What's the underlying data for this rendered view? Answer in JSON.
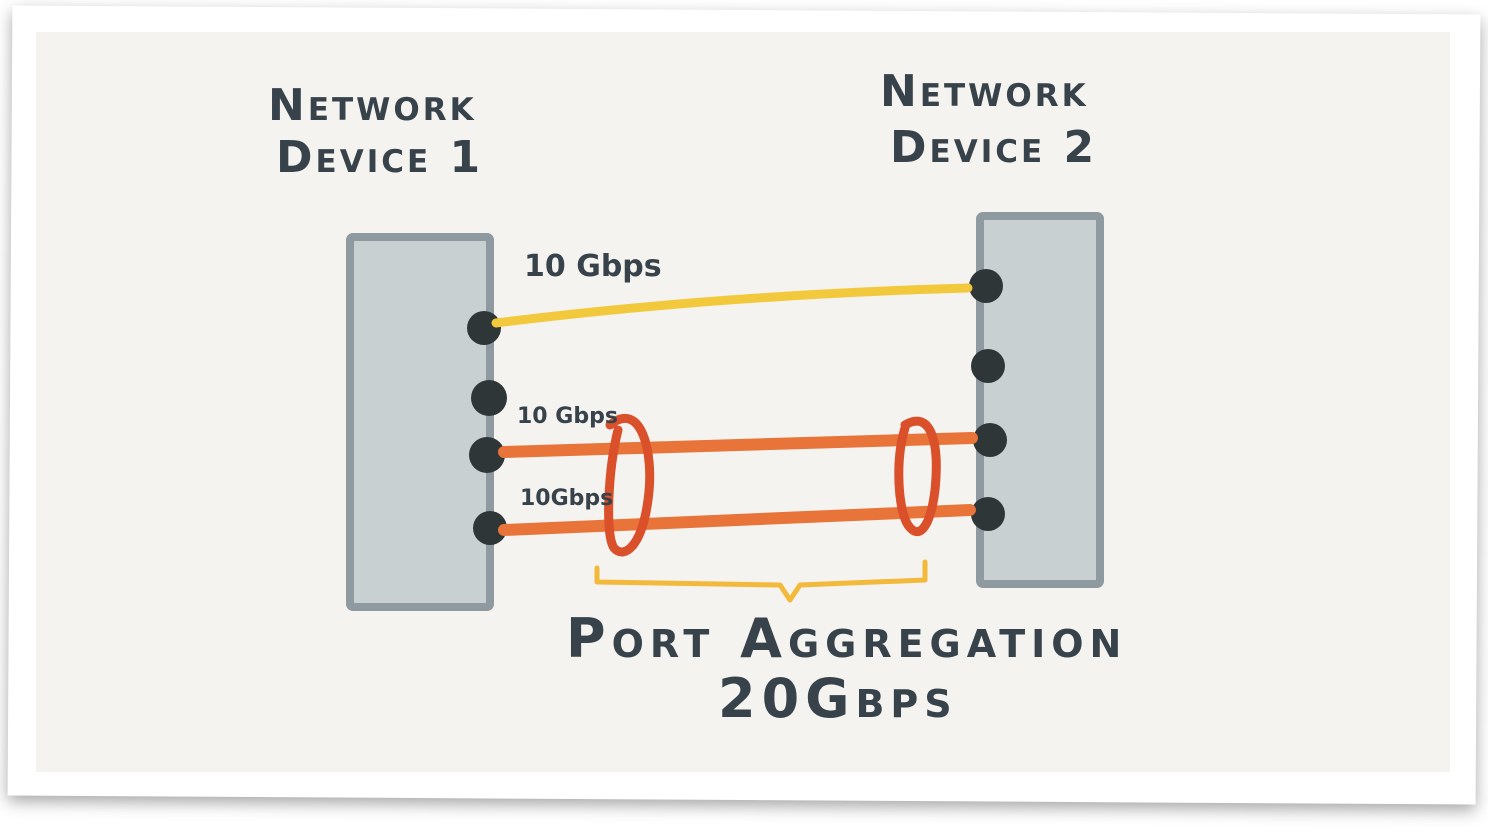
{
  "devices": [
    {
      "line1": "Network",
      "line2": "Device 1"
    },
    {
      "line1": "Network",
      "line2": "Device 2"
    }
  ],
  "links": [
    {
      "label": "10 Gbps",
      "color": "#f2c93c",
      "aggregated": false
    },
    {
      "label": "10 Gbps",
      "color": "#e8743a",
      "aggregated": true
    },
    {
      "label": "10Gbps",
      "color": "#e8743a",
      "aggregated": true
    }
  ],
  "aggregation": {
    "title": "Port Aggregation",
    "total": "20Gbps",
    "ring_color": "#d9502a",
    "brace_color": "#f2b93a"
  },
  "colors": {
    "device_fill": "#c9d0d2",
    "device_border": "#8f9aa0",
    "port": "#2f3638",
    "text": "#37424a",
    "background": "#f4f3ef"
  }
}
